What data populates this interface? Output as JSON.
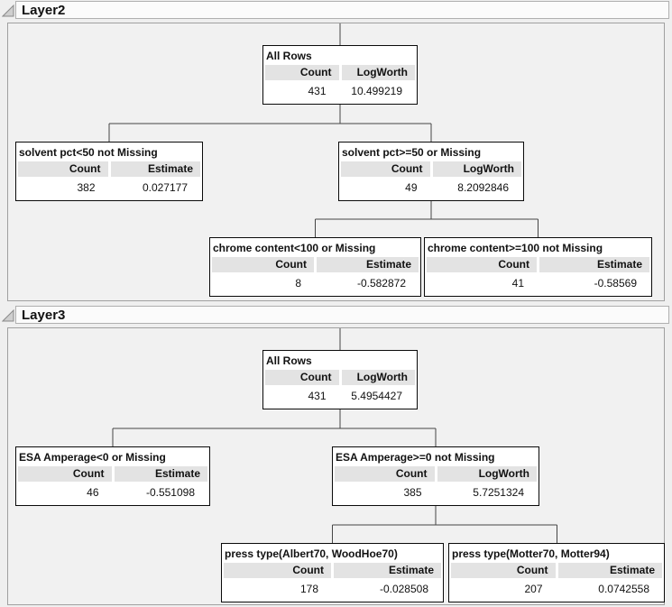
{
  "colors": {
    "panel_bg": "#f1f1f1",
    "panel_border": "#a0a0a0",
    "node_bg": "#ffffff",
    "node_border": "#0a0a0a",
    "header_cell_bg": "#e3e3e3",
    "connector": "#454545",
    "outline_bar_bg": "#fbfbfb"
  },
  "icons": {
    "disclosure_open": "open-triangle"
  },
  "layers": [
    {
      "title": "Layer2",
      "nodes": {
        "root": {
          "title": "All Rows",
          "col1": "Count",
          "col2": "LogWorth",
          "val1": "431",
          "val2": "10.499219"
        },
        "left": {
          "title": "solvent pct<50 not Missing",
          "col1": "Count",
          "col2": "Estimate",
          "val1": "382",
          "val2": "0.027177"
        },
        "right": {
          "title": "solvent pct>=50 or Missing",
          "col1": "Count",
          "col2": "LogWorth",
          "val1": "49",
          "val2": "8.2092846"
        },
        "right_left": {
          "title": "chrome content<100 or Missing",
          "col1": "Count",
          "col2": "Estimate",
          "val1": "8",
          "val2": "-0.582872"
        },
        "right_right": {
          "title": "chrome content>=100 not Missing",
          "col1": "Count",
          "col2": "Estimate",
          "val1": "41",
          "val2": "-0.58569"
        }
      }
    },
    {
      "title": "Layer3",
      "nodes": {
        "root": {
          "title": "All Rows",
          "col1": "Count",
          "col2": "LogWorth",
          "val1": "431",
          "val2": "5.4954427"
        },
        "left": {
          "title": "ESA Amperage<0 or Missing",
          "col1": "Count",
          "col2": "Estimate",
          "val1": "46",
          "val2": "-0.551098"
        },
        "right": {
          "title": "ESA Amperage>=0 not Missing",
          "col1": "Count",
          "col2": "LogWorth",
          "val1": "385",
          "val2": "5.7251324"
        },
        "right_left": {
          "title": "press type(Albert70, WoodHoe70)",
          "col1": "Count",
          "col2": "Estimate",
          "val1": "178",
          "val2": "-0.028508"
        },
        "right_right": {
          "title": "press type(Motter70, Motter94)",
          "col1": "Count",
          "col2": "Estimate",
          "val1": "207",
          "val2": "0.0742558"
        }
      }
    }
  ]
}
